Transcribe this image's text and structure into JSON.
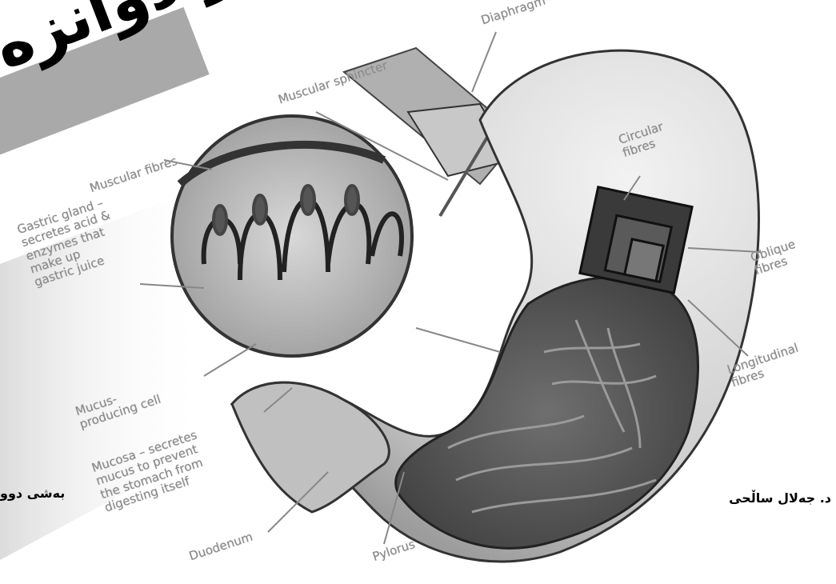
{
  "title": "بڕینی گەدە و دوانزە",
  "captions": {
    "author": "د. جەلال ساڵحی",
    "part": "بەشی دوو"
  },
  "labels": {
    "diaphragm": "Diaphragm",
    "muscular_sphincter": "Muscular sphincter",
    "circular_fibres": "Circular\nfibres",
    "muscular_fibres": "Muscular fibres",
    "gastric_gland": "Gastric gland –\nsecretes acid &\nenzymes that\nmake up\ngastric juice",
    "oblique_fibres": "Oblique\nfibres",
    "longitudinal_fibres": "Longitudinal\nfibres",
    "mucus_cell": "Mucus-\nproducing cell",
    "mucosa": "Mucosa – secretes\nmucus to prevent\nthe stomach from\ndigesting itself",
    "duodenum": "Duodenum",
    "pylorus": "Pylorus"
  }
}
